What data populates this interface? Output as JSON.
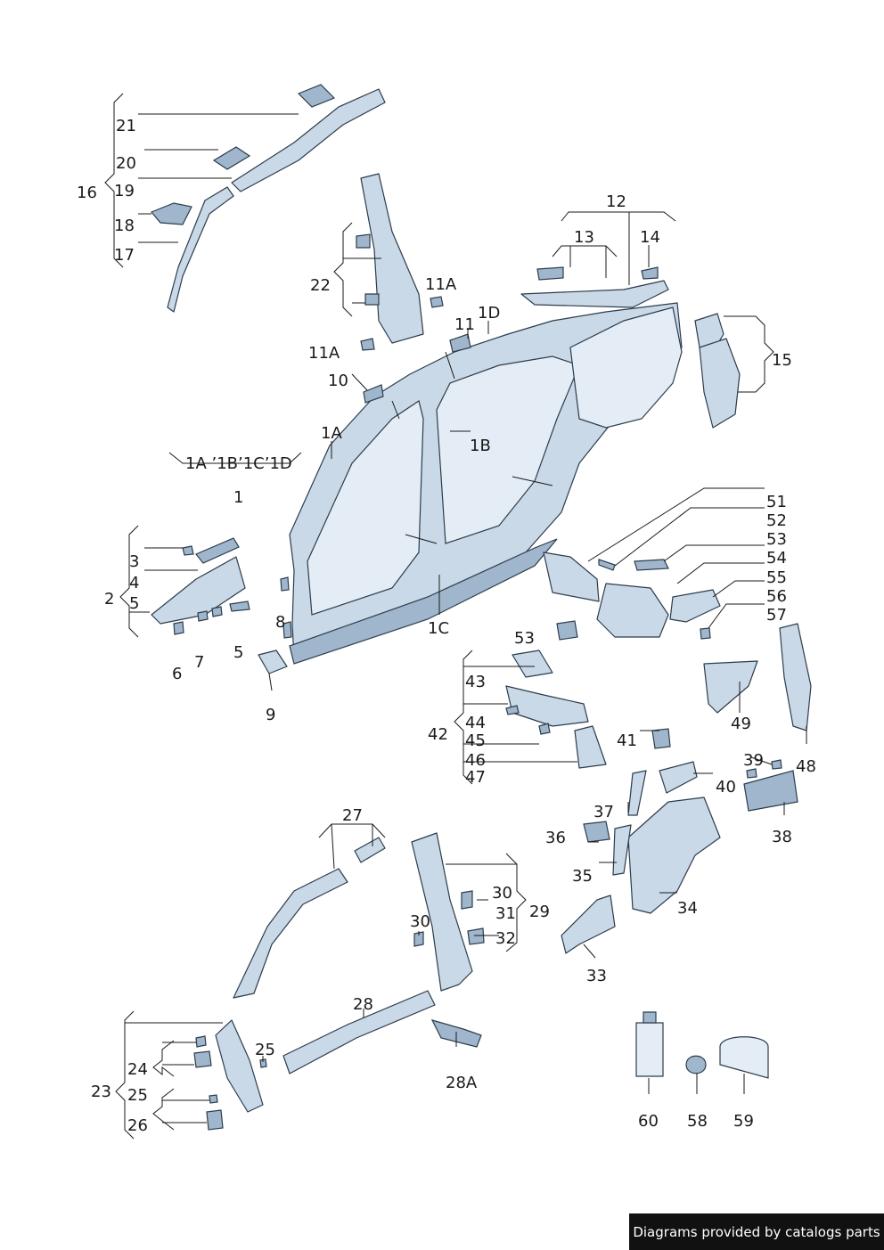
{
  "footer": {
    "credit": "Diagrams provided by catalogs parts"
  },
  "labels": {
    "l1": "1",
    "l1A": "1A",
    "l1B": "1B",
    "l1C": "1C",
    "l1D": "1D",
    "l1group": "1A ’1B’1C’1D",
    "l2": "2",
    "l3": "3",
    "l4": "4",
    "l5a": "5",
    "l5b": "5",
    "l6": "6",
    "l7": "7",
    "l8": "8",
    "l9": "9",
    "l10": "10",
    "l11": "11",
    "l11Aa": "11A",
    "l11Ab": "11A",
    "l12": "12",
    "l13": "13",
    "l14": "14",
    "l15": "15",
    "l16": "16",
    "l17": "17",
    "l18": "18",
    "l19": "19",
    "l20": "20",
    "l21": "21",
    "l22": "22",
    "l23": "23",
    "l24": "24",
    "l25a": "25",
    "l25b": "25",
    "l26": "26",
    "l27": "27",
    "l28": "28",
    "l28A": "28A",
    "l29": "29",
    "l30a": "30",
    "l30b": "30",
    "l31": "31",
    "l32": "32",
    "l33": "33",
    "l34": "34",
    "l35": "35",
    "l36": "36",
    "l37": "37",
    "l38": "38",
    "l39": "39",
    "l40": "40",
    "l41": "41",
    "l42": "42",
    "l43": "43",
    "l44": "44",
    "l45": "45",
    "l46": "46",
    "l47": "47",
    "l48": "48",
    "l49": "49",
    "l51": "51",
    "l52": "52",
    "l53a": "53",
    "l53b": "53",
    "l54": "54",
    "l55": "55",
    "l56": "56",
    "l57": "57",
    "l58": "58",
    "l59": "59",
    "l60": "60"
  }
}
